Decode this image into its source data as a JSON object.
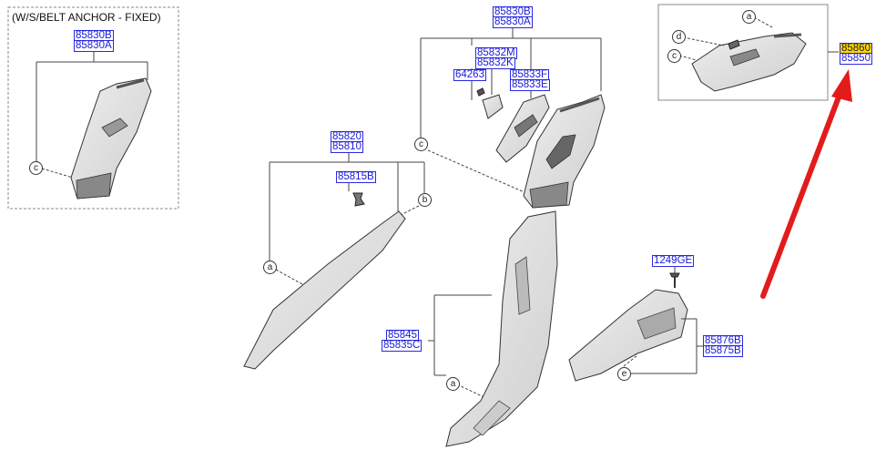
{
  "inset": {
    "title": "(W/S/BELT ANCHOR - FIXED)"
  },
  "parts": {
    "p85830B_left": "85830B",
    "p85830A_left": "85830A",
    "p85830B_top": "85830B",
    "p85830A_top": "85830A",
    "p85832M": "85832M",
    "p85832K": "85832K",
    "p64263": "64263",
    "p85833F": "85833F",
    "p85833E": "85833E",
    "p85820": "85820",
    "p85810": "85810",
    "p85815B": "85815B",
    "p85860": "85860",
    "p85850": "85850",
    "p1249GE": "1249GE",
    "p85845": "85845",
    "p85835C": "85835C",
    "p85876B": "85876B",
    "p85875B": "85875B"
  },
  "callouts": {
    "a": "a",
    "b": "b",
    "c": "c",
    "d": "d",
    "e": "e"
  },
  "colors": {
    "label_text": "#1a1adb",
    "highlight": "#ffd400",
    "arrow": "#e31b1b",
    "line": "#444444"
  }
}
